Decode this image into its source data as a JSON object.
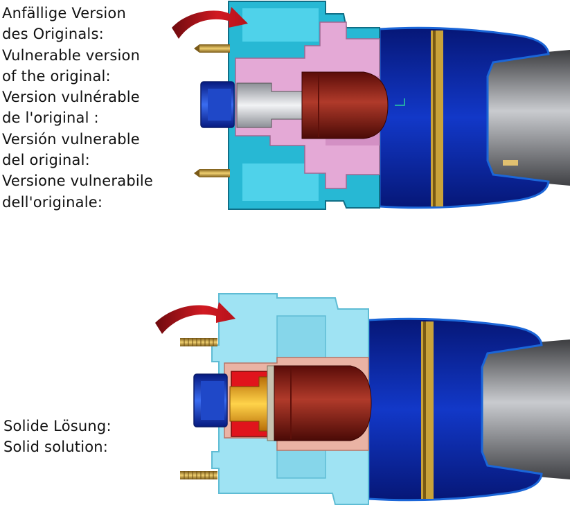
{
  "top_section": {
    "caption_lines": [
      "Anfällige Version",
      "des Originals:",
      "Vulnerable version",
      "of the original:",
      "Version vulnérable",
      "de l'original :",
      "Versión vulnerable",
      "del original:",
      "Versione vulnerabile",
      "dell'originale:"
    ]
  },
  "bottom_section": {
    "caption_lines": [
      "Solide Lösung:",
      "Solid solution:"
    ]
  },
  "colors": {
    "arrow": "#c4121c",
    "housing_top": "#2ec4de",
    "housing_bottom": "#9fe3f3",
    "insert_pink": "#e4a9d6",
    "body_blue": "#0a1f9a",
    "plug_red": "#8e1a12",
    "plug_gold": "#e8a20e",
    "band_gold": "#c9a23a",
    "metal_grey": "#8a8c90"
  }
}
